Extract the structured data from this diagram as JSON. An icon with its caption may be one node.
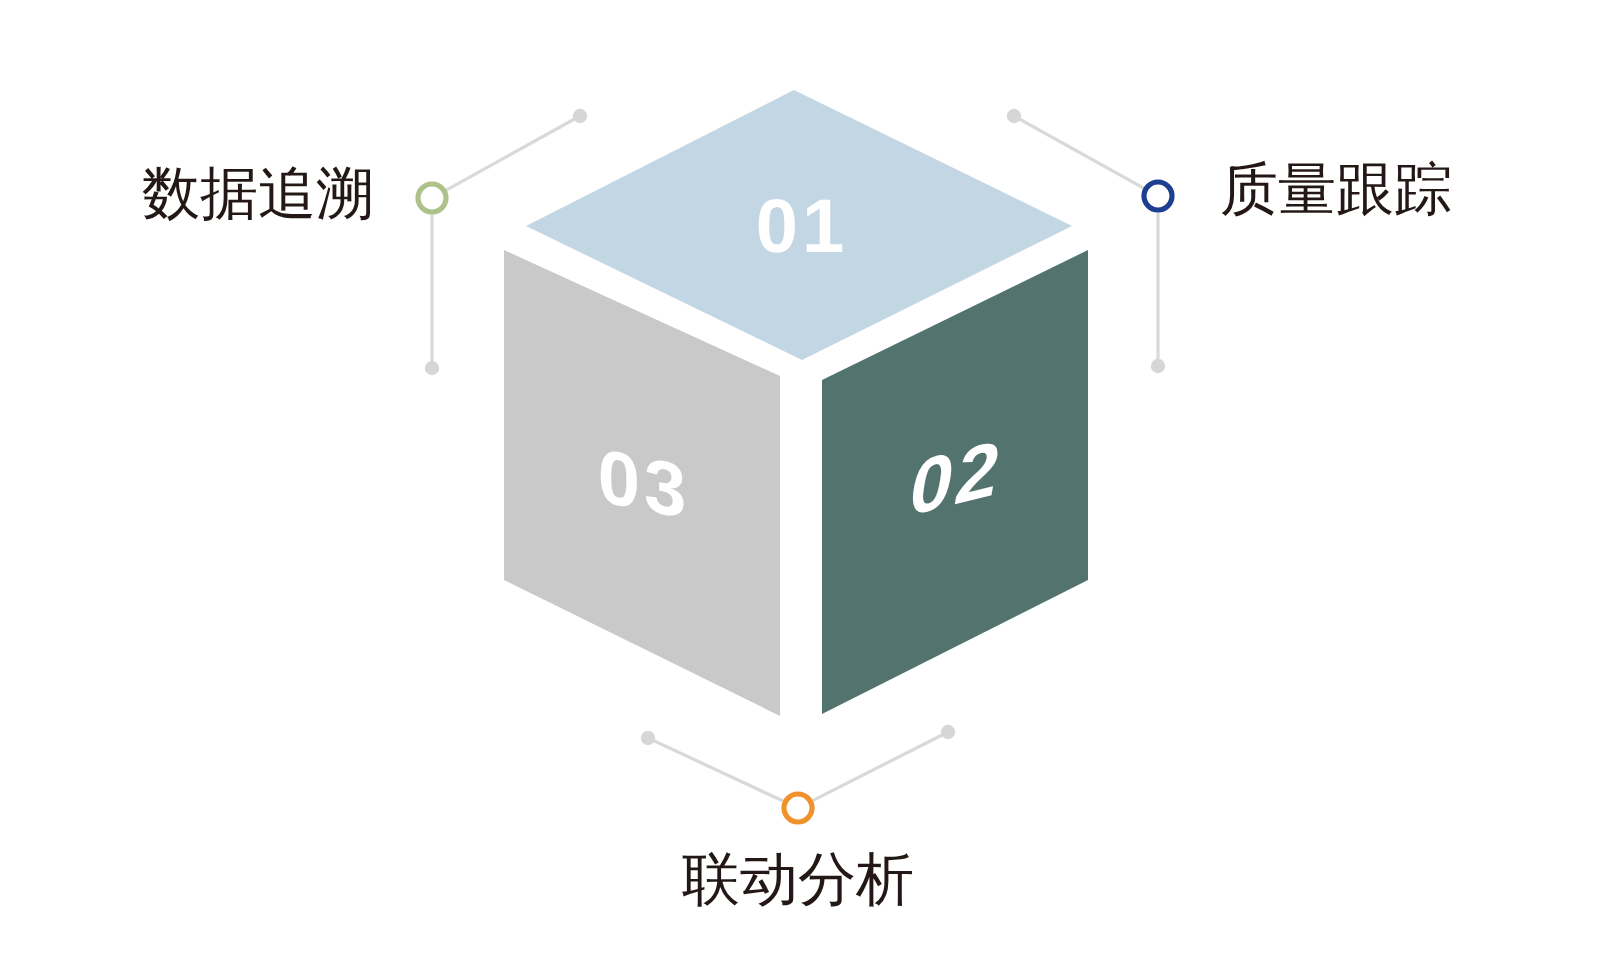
{
  "diagram": {
    "nodes": [
      {
        "text": [
          "01"
        ]
      },
      {
        "text": [
          "03"
        ]
      },
      {
        "text": [
          "02"
        ]
      }
    ],
    "labels": [
      "数据追溯",
      "质量跟踪",
      "联动分析"
    ]
  }
}
